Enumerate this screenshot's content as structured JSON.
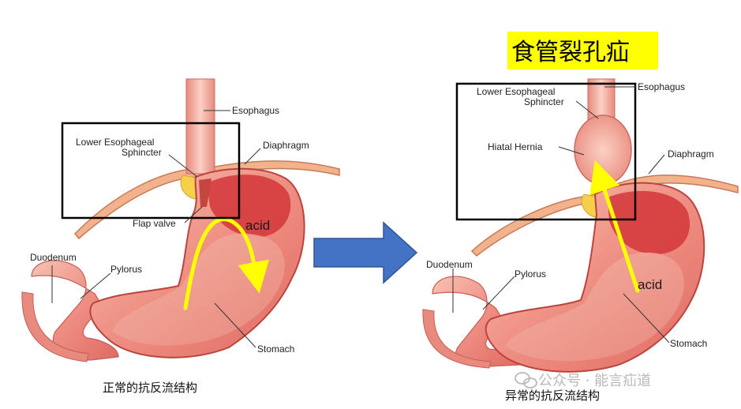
{
  "title": "食管裂孔疝",
  "left_panel": {
    "caption": "正常的抗反流结构",
    "labels": {
      "esophagus": "Esophagus",
      "les_line1": "Lower Esophageal",
      "les_line2": "Sphincter",
      "diaphragm": "Diaphragm",
      "flap_valve": "Flap valve",
      "acid": "acid",
      "duodenum": "Duodenum",
      "pylorus": "Pylorus",
      "stomach": "Stomach"
    }
  },
  "right_panel": {
    "caption": "异常的抗反流结构",
    "labels": {
      "esophagus": "Esophagus",
      "les_line1": "Lower Esophageal",
      "les_line2": "Sphincter",
      "hiatal_hernia": "Hiatal Hernia",
      "diaphragm": "Diaphragm",
      "acid": "acid",
      "duodenum": "Duodenum",
      "pylorus": "Pylorus",
      "stomach": "Stomach"
    }
  },
  "watermark": "公众号 · 能言疝道",
  "colors": {
    "highlight": "#ffff00",
    "arrow_blue": "#4472c4",
    "acid_arrow": "#ffff00",
    "box": "#000000"
  }
}
